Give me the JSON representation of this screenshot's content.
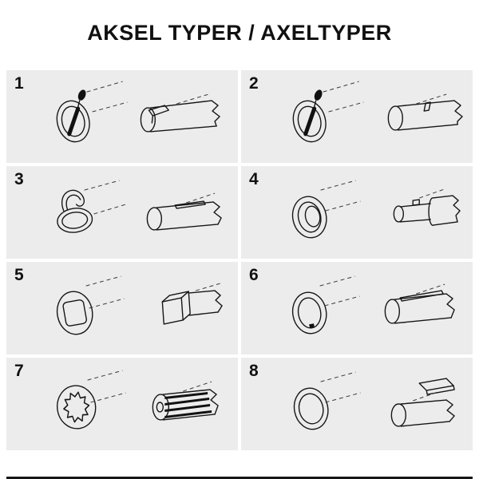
{
  "title": "AKSEL TYPER / AXELTYPER",
  "panel_color": "#ececec",
  "line_color": "#161616",
  "cells": [
    {
      "number": "1",
      "hub": "round-bore-with-set-pin",
      "shaft": "shaft-with-slot-and-folded-tab"
    },
    {
      "number": "2",
      "hub": "round-bore-with-set-pin",
      "shaft": "shaft-with-pin-notch"
    },
    {
      "number": "3",
      "hub": "round-bore-with-spring-clip",
      "shaft": "shaft-with-raised-key"
    },
    {
      "number": "4",
      "hub": "round-tube-bore",
      "shaft": "reduced-shaft-with-lug"
    },
    {
      "number": "5",
      "hub": "square-bore",
      "shaft": "square-end-shaft"
    },
    {
      "number": "6",
      "hub": "round-bore-with-keyway-notch",
      "shaft": "shaft-with-taper-key"
    },
    {
      "number": "7",
      "hub": "splined-bore",
      "shaft": "splined-shaft"
    },
    {
      "number": "8",
      "hub": "plain-round-bore",
      "shaft": "shaft-with-loose-wedge-key"
    }
  ]
}
